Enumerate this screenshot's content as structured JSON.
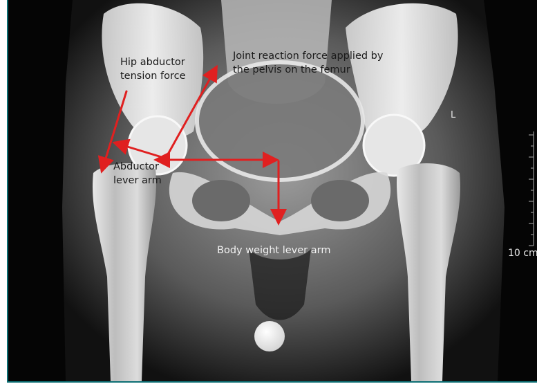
{
  "image": {
    "labels": {
      "hip_abductor": "Hip abductor\ntension force",
      "joint_reaction": "Joint reaction force applied by\nthe pelvis on the femur",
      "abductor_lever": "Abductor\nlever arm",
      "body_weight": "Body weight lever arm"
    },
    "side_marker": "L",
    "ruler_label": "10 cm",
    "colors": {
      "arrow": "#e02020",
      "frame_border": "#0c6f74"
    }
  }
}
